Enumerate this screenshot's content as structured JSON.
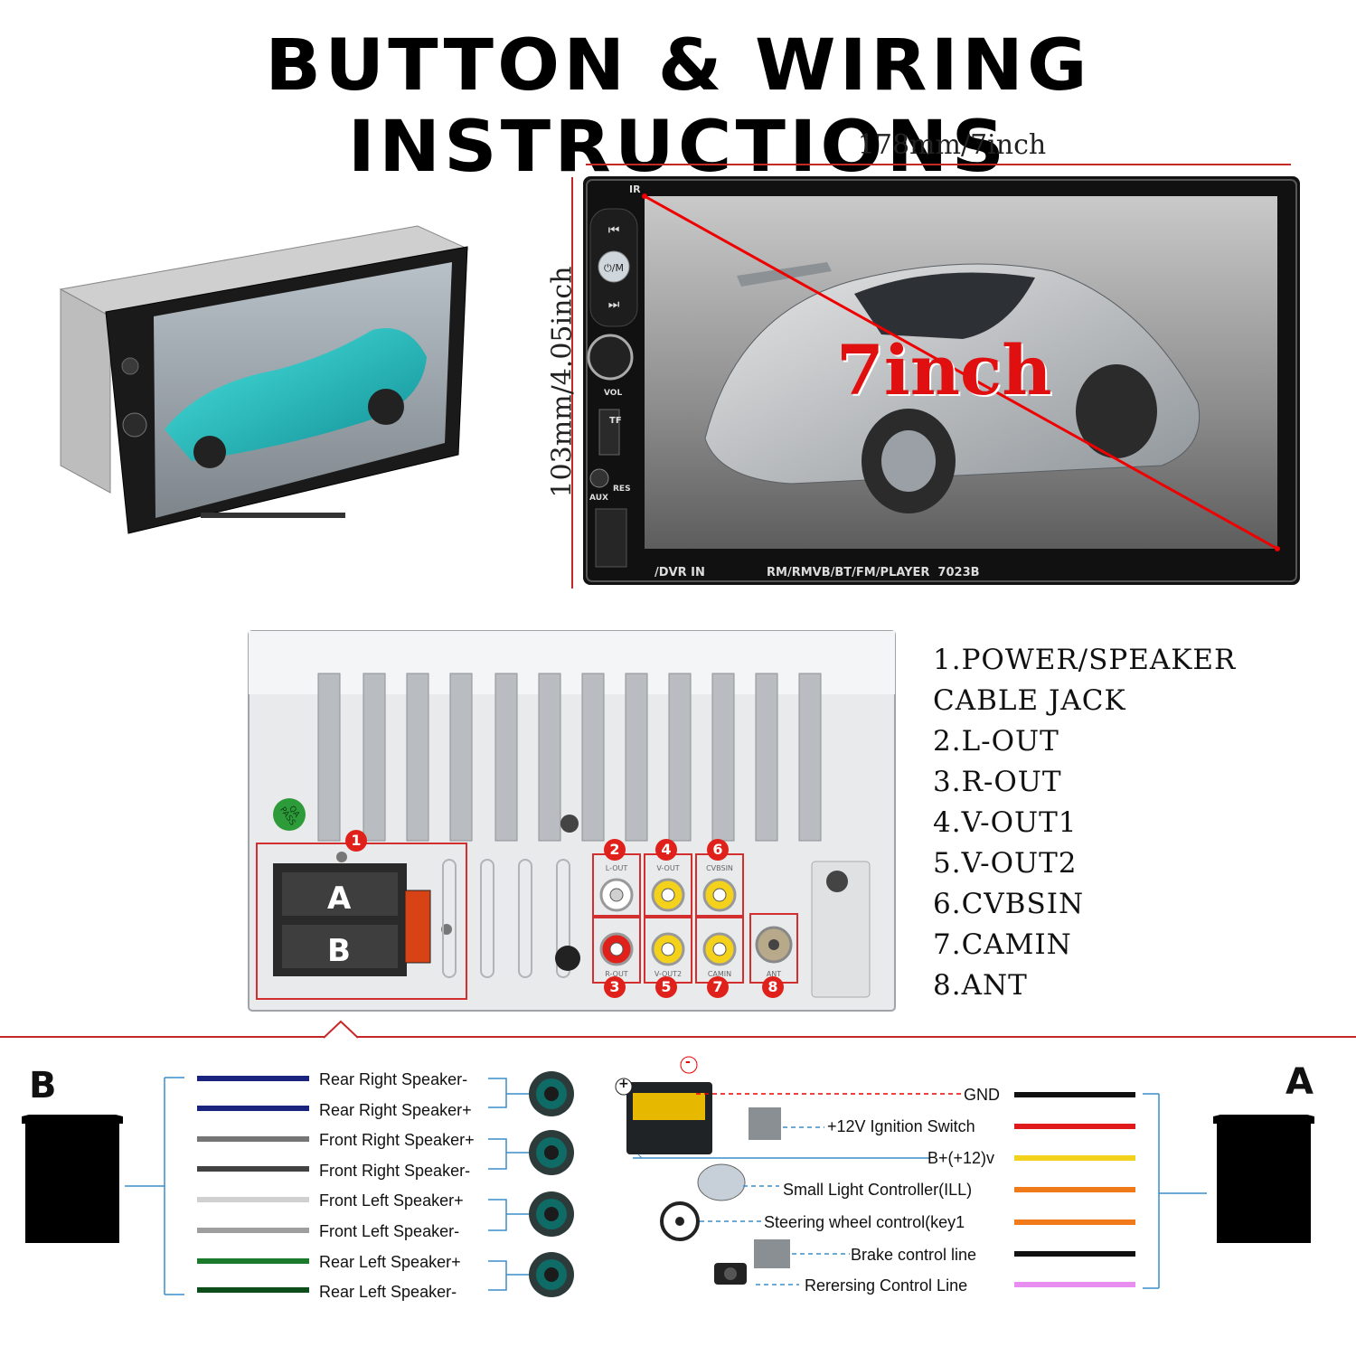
{
  "title": "BUTTON & WIRING INSTRUCTIONS",
  "front_view": {
    "width_label": "178mm/7inch",
    "height_label": "103mm/4.05inch",
    "screen_badge": "7inch",
    "ir_label": "IR",
    "vol_label": "VOL",
    "tf_label": "TF",
    "aux_label": "AUX",
    "res_label": "RES",
    "dvr_label": "/DVR IN",
    "model_label": "RM/RMVB/BT/FM/PLAYER  7023B"
  },
  "back_panel": {
    "qa_badge": "QA PASS",
    "connector_a": "A",
    "connector_b": "B",
    "port_numbers": [
      "1",
      "2",
      "3",
      "4",
      "5",
      "6",
      "7",
      "8"
    ],
    "port_silkscreen": [
      "L-OUT",
      "V-OUT",
      "CVBSIN",
      "R-OUT",
      "V-OUT2",
      "CAMIN",
      "ANT"
    ]
  },
  "ports_list": [
    "1.POWER/SPEAKER",
    "CABLE JACK",
    "2.L-OUT",
    "3.R-OUT",
    "4.V-OUT1",
    "5.V-OUT2",
    "6.CVBSIN",
    "7.CAMIN",
    "8.ANT"
  ],
  "connector_b": {
    "letter": "B",
    "wires": [
      {
        "label": "Rear Right Speaker-",
        "color": "#1a237e"
      },
      {
        "label": "Rear Right Speaker+",
        "color": "#1a237e"
      },
      {
        "label": "Front Right Speaker+",
        "color": "#757575"
      },
      {
        "label": "Front Right Speaker-",
        "color": "#424242"
      },
      {
        "label": "Front Left Speaker+",
        "color": "#d0d0d0"
      },
      {
        "label": "Front Left Speaker-",
        "color": "#9e9e9e"
      },
      {
        "label": "Rear Left Speaker+",
        "color": "#1b7a2b"
      },
      {
        "label": "Rear Left Speaker-",
        "color": "#0d4d1a"
      }
    ]
  },
  "connector_a": {
    "letter": "A",
    "battery_plus": "+",
    "battery_minus": "-",
    "wires": [
      {
        "label": "GND",
        "color": "#111111"
      },
      {
        "label": "+12V Ignition Switch",
        "color": "#e01a1a"
      },
      {
        "label": "B+(+12)v",
        "color": "#f2d21b"
      },
      {
        "label": "Small Light Controller(ILL)",
        "color": "#f07a1a"
      },
      {
        "label": "Steering wheel control(key1",
        "color": "#f07a1a"
      },
      {
        "label": "Brake control line",
        "color": "#111111"
      },
      {
        "label": "Rerersing Control Line",
        "color": "#e88ef0"
      }
    ]
  }
}
